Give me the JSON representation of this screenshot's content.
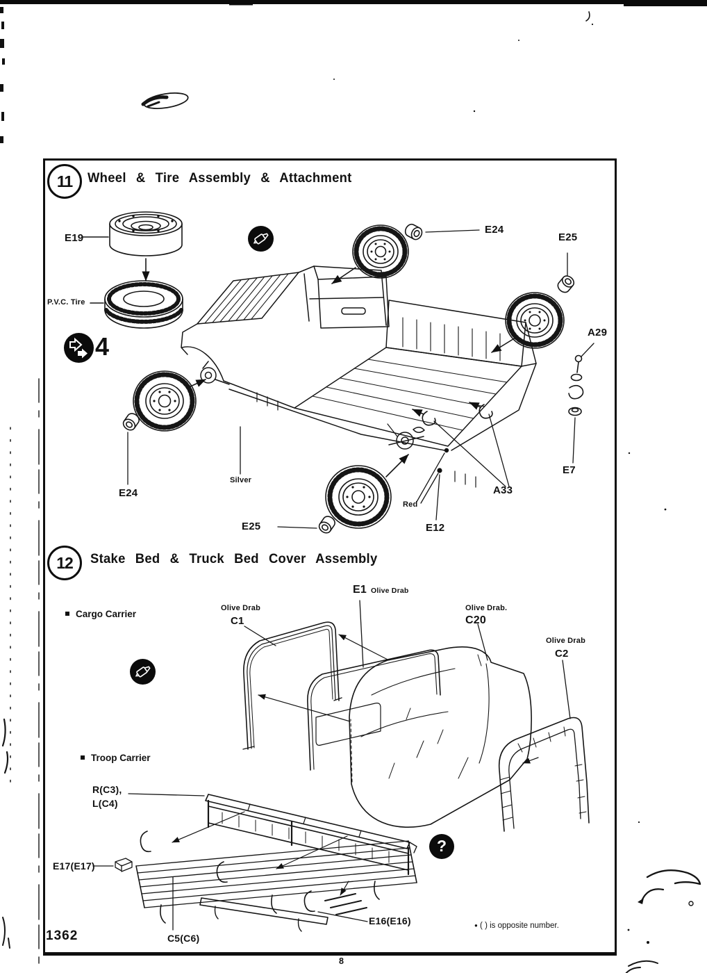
{
  "page": {
    "kit_number": "1362",
    "page_number": "8",
    "footnote_bullet": "●",
    "footnote": "( )  is opposite number."
  },
  "icons": {
    "question_glyph": "?"
  },
  "step11": {
    "number": "11",
    "title": "Wheel & Tire Assembly & Attachment",
    "repeat_count": "4",
    "labels": {
      "e19": "E19",
      "pvc_tire": "P.V.C.  Tire",
      "e24_top": "E24",
      "e25_top": "E25",
      "a29": "A29",
      "e7": "E7",
      "a33": "A33",
      "e12": "E12",
      "red": "Red",
      "silver": "Silver",
      "e24_left": "E24",
      "e25_bottom": "E25"
    }
  },
  "step12": {
    "number": "12",
    "title": "Stake Bed & Truck Bed Cover Assembly",
    "section_cargo": "Cargo Carrier",
    "section_troop": "Troop Carrier",
    "labels": {
      "c1_color": "Olive Drab",
      "c1": "C1",
      "e1": "E1",
      "e1_color": "Olive Drab",
      "c20_color": "Olive Drab.",
      "c20": "C20",
      "c2_color": "Olive Drab",
      "c2": "C2",
      "r_c3": "R(C3),",
      "l_c4": "L(C4)",
      "e17": "E17(E17)",
      "e16": "E16(E16)",
      "c5": "C5(C6)"
    }
  }
}
